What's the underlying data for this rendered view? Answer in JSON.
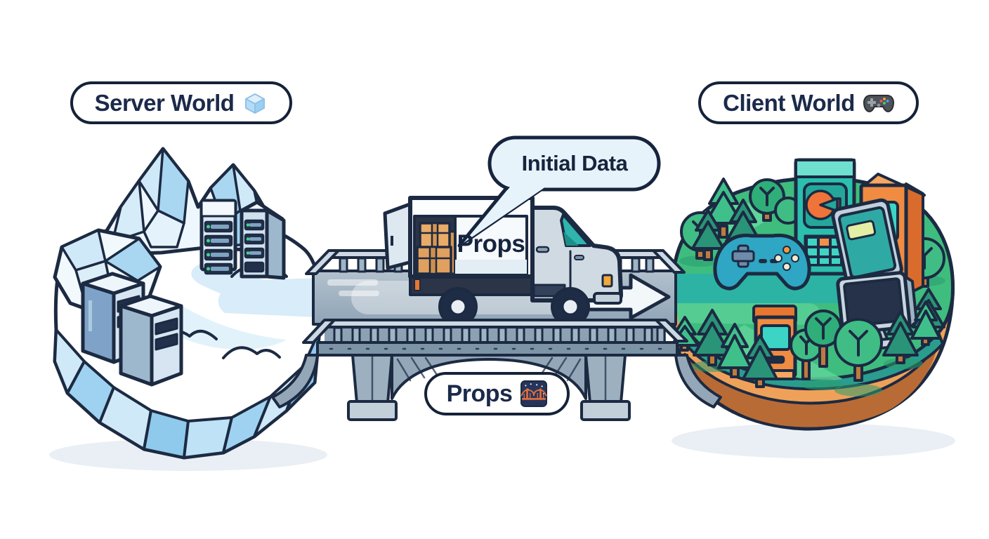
{
  "labels": {
    "server_world": "Server World",
    "client_world": "Client World",
    "initial_data": "Initial Data",
    "truck_props": "Props",
    "bridge_props": "Props"
  },
  "icons": {
    "server_world": "ice-cube",
    "client_world": "game-controller",
    "bridge_props": "bridge-at-night"
  },
  "colors": {
    "outline": "#1c2a42",
    "snow": "#ffffff",
    "ice_light": "#cfe9f8",
    "ice_deep": "#8fc9ec",
    "bridge_gray": "#9fb3c4",
    "grass_green": "#3fbd7e",
    "dirt_orange": "#c1793f",
    "teal": "#2bbfae",
    "arcade_orange": "#f08b42",
    "bubble_fill": "#e7f3fa",
    "truck_box": "#f7fafc"
  }
}
